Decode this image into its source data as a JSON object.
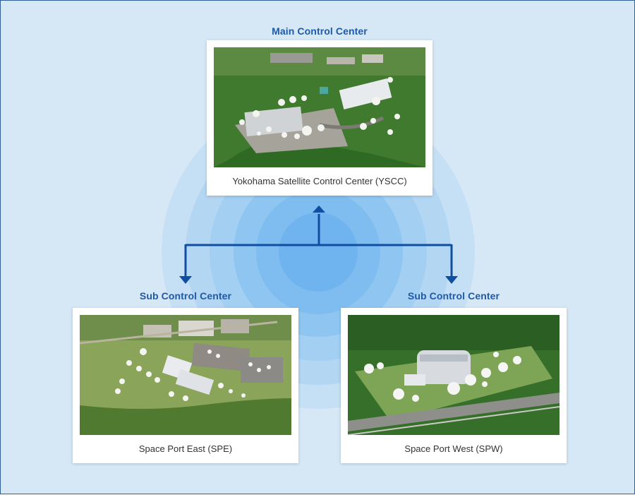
{
  "main": {
    "heading": "Main Control Center",
    "caption": "Yokohama Satellite Control Center (YSCC)"
  },
  "sub_left": {
    "heading": "Sub Control Center",
    "caption": "Space Port East (SPE)"
  },
  "sub_right": {
    "heading": "Sub Control Center",
    "caption": "Space Port West (SPW)"
  },
  "colors": {
    "background": "#d6e7f6",
    "accent": "#1f5aa8",
    "arrow": "#0f4ea0",
    "rings": "#8fc8ef"
  }
}
